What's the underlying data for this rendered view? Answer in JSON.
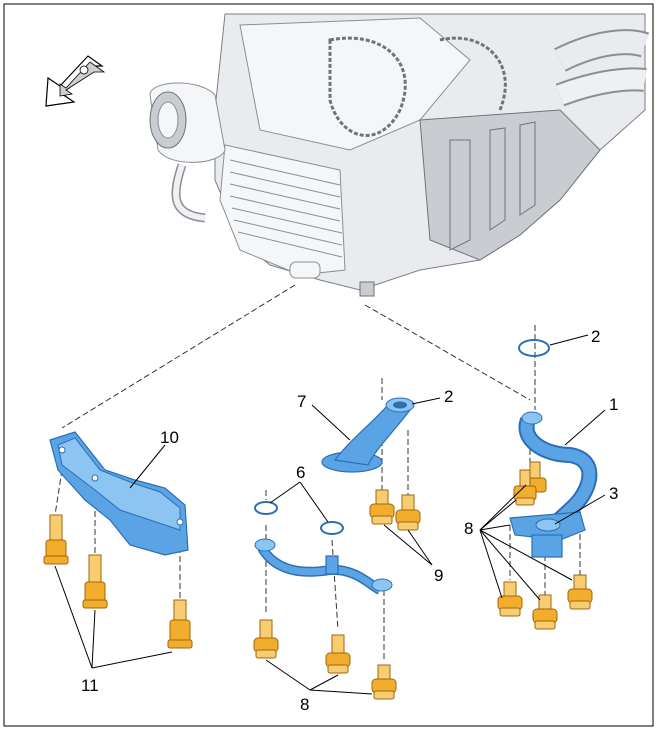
{
  "callouts": {
    "c1": "1",
    "c2a": "2",
    "c2b": "2",
    "c3": "3",
    "c6": "6",
    "c7": "7",
    "c8a": "8",
    "c8b": "8",
    "c9": "9",
    "c10": "10",
    "c11": "11"
  },
  "colors": {
    "parts": "#5aa4e6",
    "fasteners": "#f3ad2c",
    "engine": "#e9ebee"
  },
  "icons": {
    "front_direction": "front-direction-arrow-icon"
  }
}
